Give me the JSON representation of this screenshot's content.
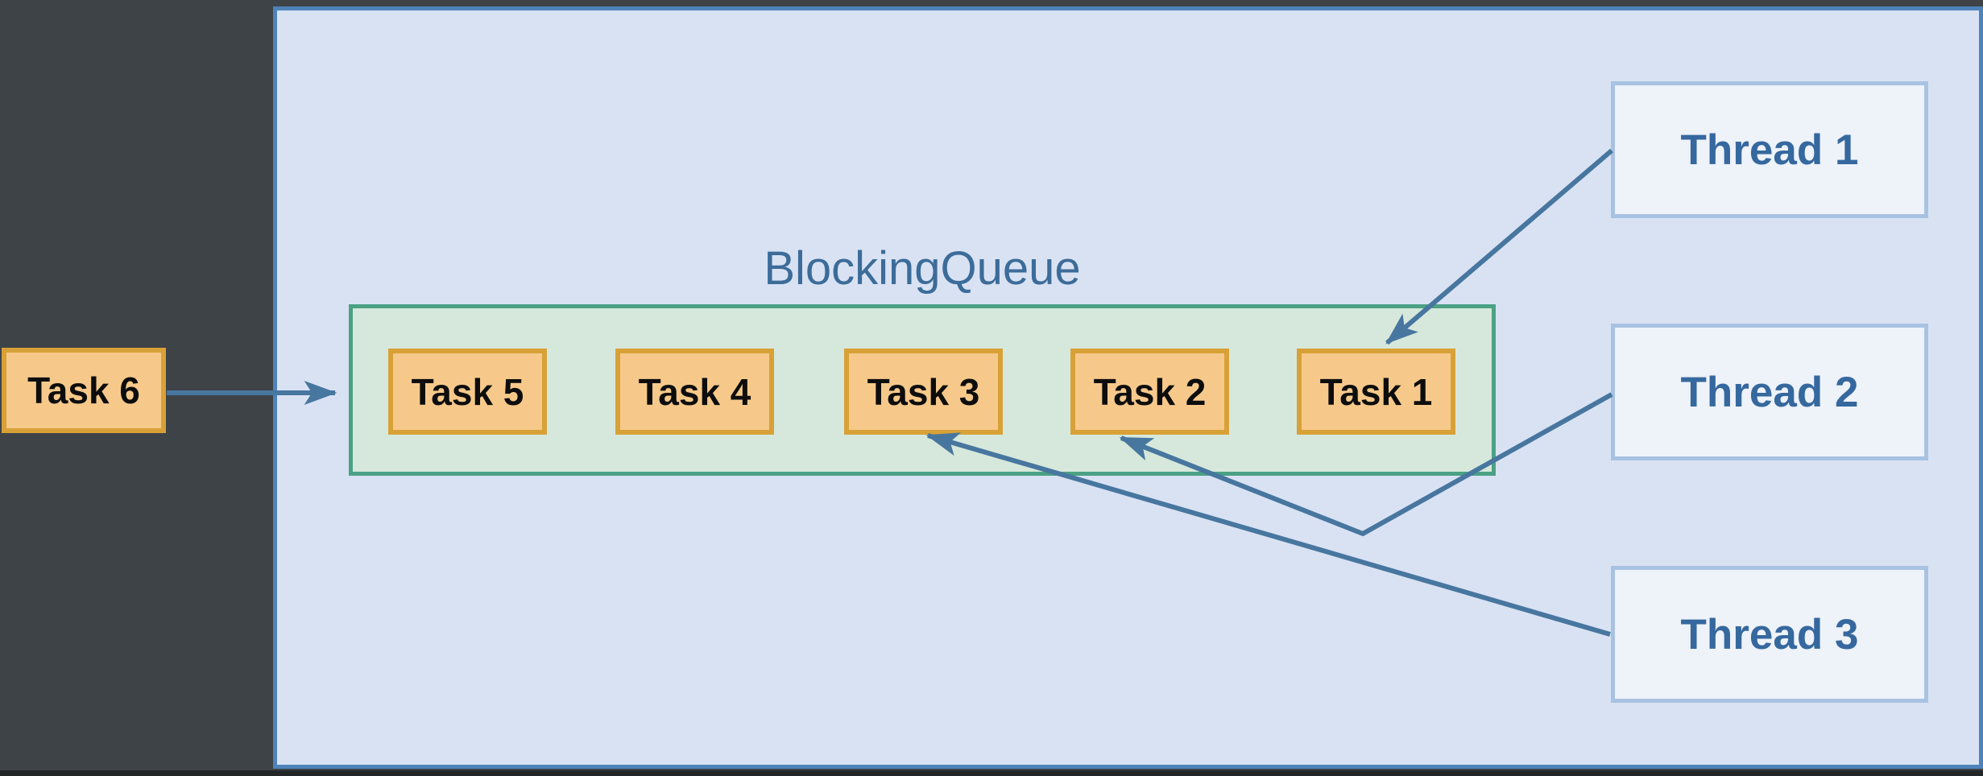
{
  "diagram": {
    "queue": {
      "label": "BlockingQueue",
      "tasks": [
        {
          "label": "Task 5"
        },
        {
          "label": "Task 4"
        },
        {
          "label": "Task 3"
        },
        {
          "label": "Task 2"
        },
        {
          "label": "Task 1"
        }
      ]
    },
    "incoming_task": {
      "label": "Task 6"
    },
    "threads": [
      {
        "label": "Thread 1"
      },
      {
        "label": "Thread 2"
      },
      {
        "label": "Thread 3"
      }
    ],
    "arrows": [
      {
        "from": "Task 6",
        "to": "BlockingQueue"
      },
      {
        "from": "Thread 1",
        "to": "Task 1"
      },
      {
        "from": "Thread 2",
        "to": "Task 2"
      },
      {
        "from": "Thread 3",
        "to": "Task 3"
      }
    ],
    "colors": {
      "background": "#3e4347",
      "panel_fill": "#d9e2f3",
      "panel_border": "#4e83ba",
      "queue_fill": "#d6e8db",
      "queue_border": "#4ba184",
      "task_fill": "#f6c98b",
      "task_border": "#d8a137",
      "task_text": "#0d0d0d",
      "thread_fill": "#eef2f9",
      "thread_border": "#a8c2e2",
      "thread_text": "#35689e",
      "title_text": "#3c6c99",
      "arrow": "#47769f"
    }
  }
}
